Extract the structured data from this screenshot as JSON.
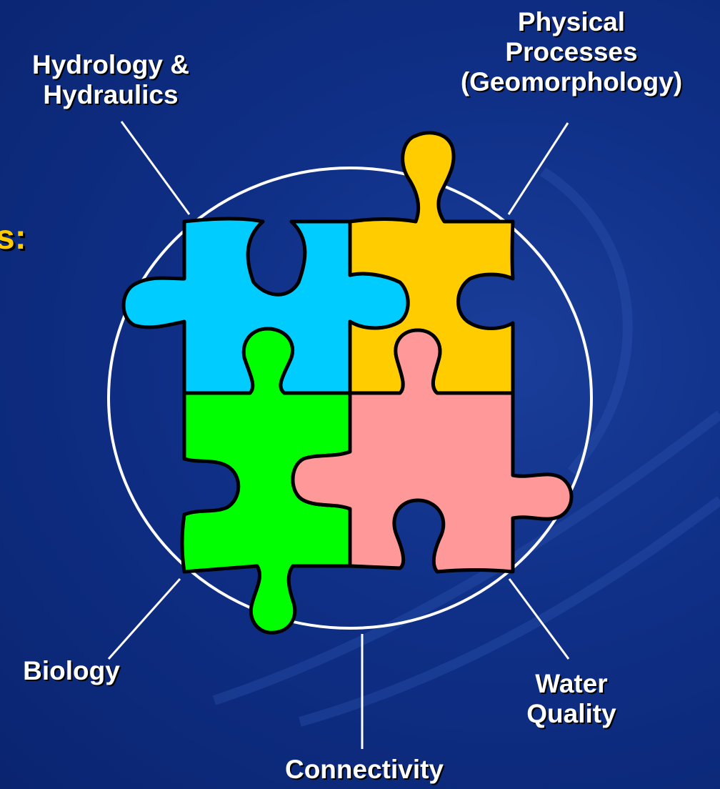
{
  "labels": {
    "hydrology": [
      "Hydrology &",
      "Hydraulics"
    ],
    "physical": [
      "Physical",
      "Processes",
      "(Geomorphology)"
    ],
    "biology": [
      "Biology"
    ],
    "water": [
      "Water",
      "Quality"
    ],
    "connectivity": [
      "Connectivity"
    ]
  },
  "partial_heading": "s:",
  "colors": {
    "background": "#0f2f86",
    "blue_piece": "#00ccff",
    "yellow_piece": "#ffcc00",
    "green_piece": "#00ff00",
    "pink_piece": "#ff9999",
    "heading": "#ffcc00",
    "lines": "#ffffff"
  }
}
